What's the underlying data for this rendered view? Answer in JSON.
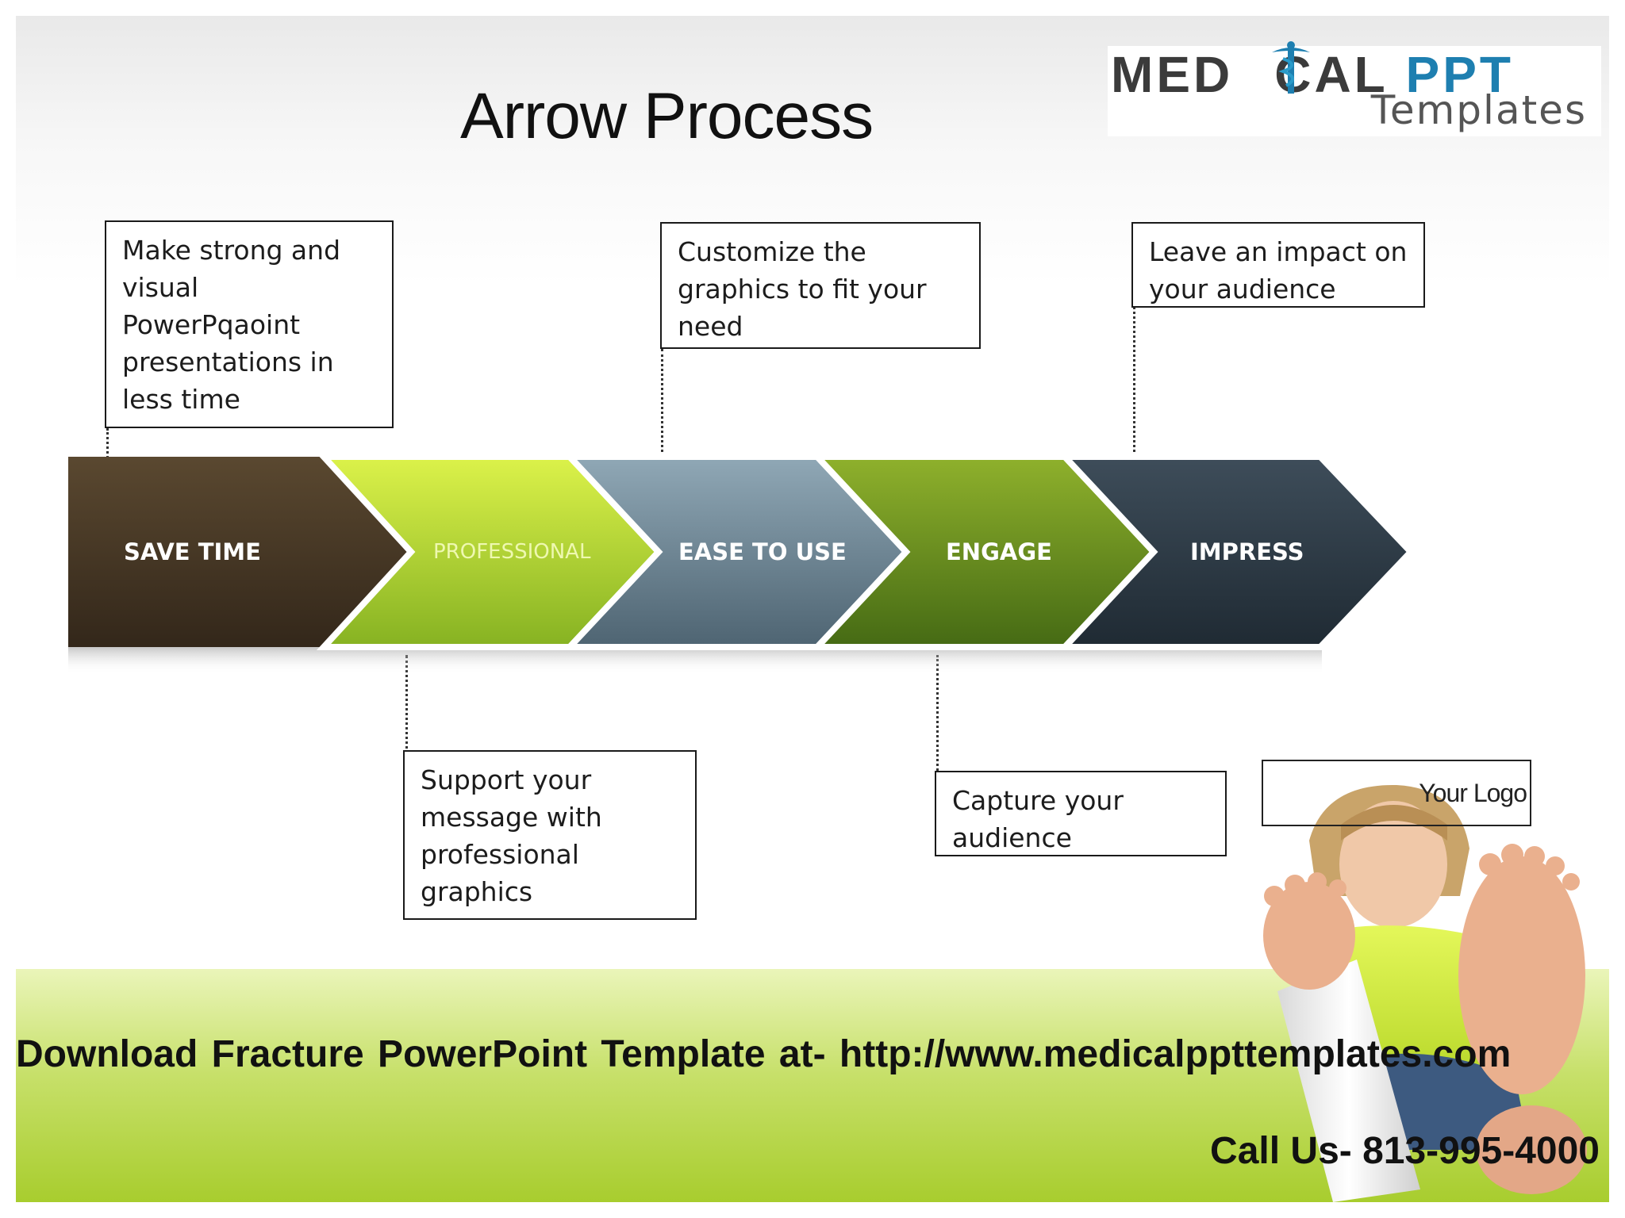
{
  "title": "Arrow Process",
  "logo": {
    "part1": "MED",
    "part2": "CAL",
    "part3": "PPT",
    "subtitle": "Templates"
  },
  "steps": [
    {
      "label": "SAVE TIME",
      "note": "Make strong and visual PowerPqaoint presentations in less time",
      "color_top": "#5a4830",
      "color_bottom": "#33271a"
    },
    {
      "label": "PROFESSIONAL",
      "note": "Support your message with professional graphics",
      "color_top": "#dcf24a",
      "color_bottom": "#86b222"
    },
    {
      "label": "EASE TO USE",
      "note": "Customize the graphics to fit your need",
      "color_top": "#90a8b6",
      "color_bottom": "#4e6472"
    },
    {
      "label": "ENGAGE",
      "note": "Capture your audience",
      "color_top": "#8fb12c",
      "color_bottom": "#456a14"
    },
    {
      "label": "IMPRESS",
      "note": "Leave an impact on your audience",
      "color_top": "#3e4d5a",
      "color_bottom": "#1f2a33"
    }
  ],
  "your_logo": "Your Logo",
  "footer": {
    "download": "Download Fracture PowerPoint Template at- http://www.medicalppttemplates.com",
    "call": "Call Us- 813-995-4000"
  },
  "colors": {
    "band_light": "#eaf5b9",
    "band_dark": "#a8cd2e",
    "logo_blue": "#1e7fb0"
  }
}
